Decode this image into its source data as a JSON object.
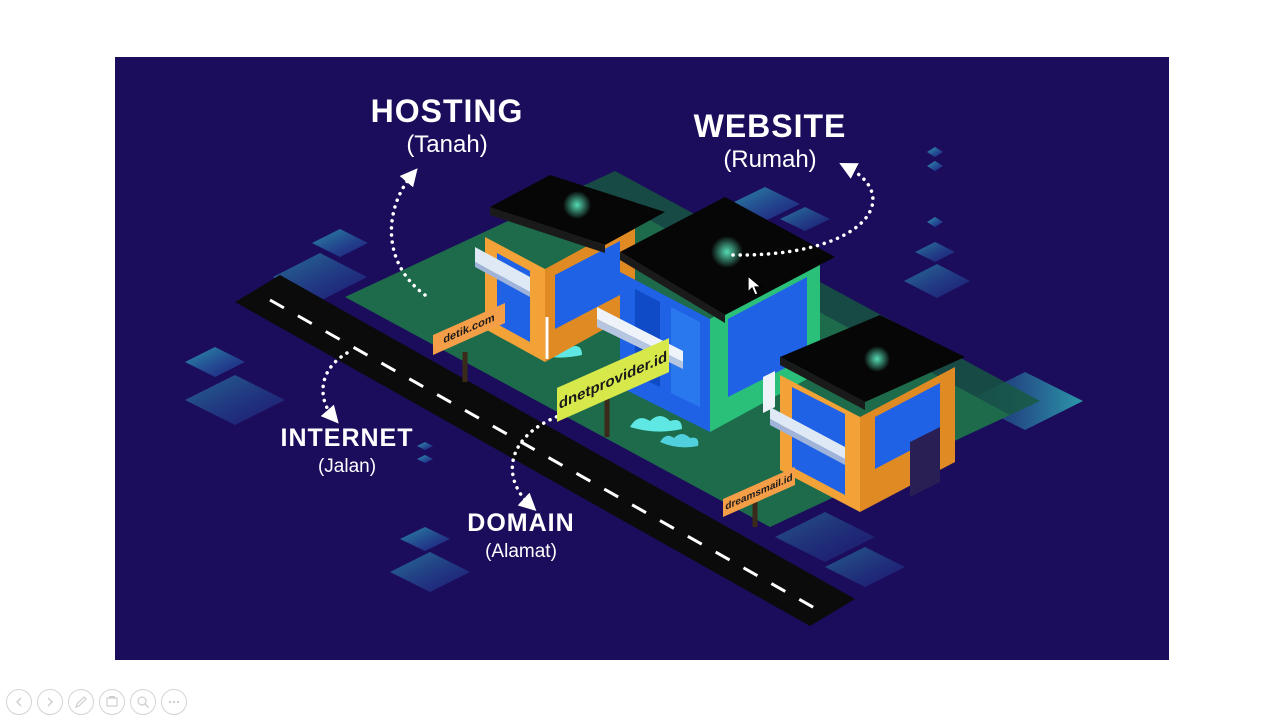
{
  "slide": {
    "hosting": {
      "title": "HOSTING",
      "subtitle": "(Tanah)"
    },
    "website": {
      "title": "WEBSITE",
      "subtitle": "(Rumah)"
    },
    "internet": {
      "title": "INTERNET",
      "subtitle": "(Jalan)"
    },
    "domain": {
      "title": "DOMAIN",
      "subtitle": "(Alamat)"
    },
    "signs": {
      "left": "detik.com",
      "center": "dnetprovider.id",
      "right": "dreamsmail.id"
    }
  },
  "toolbar": {
    "buttons": [
      "prev-arrow-icon",
      "next-arrow-icon",
      "pen-icon",
      "slides-icon",
      "zoom-icon",
      "more-icon"
    ]
  },
  "colors": {
    "slide_background": "#1b0d5c",
    "lawn": "#1d6b4a",
    "road": "#0b0b0b",
    "roof": "#060606",
    "house_wall_orange": "#f2a236",
    "house_wall_green": "#2bc07a",
    "window_blue": "#1f62e6",
    "sign_orange": "#f59e48",
    "sign_yellow": "#d7e94a",
    "accent_cyan": "#36e6d6"
  }
}
